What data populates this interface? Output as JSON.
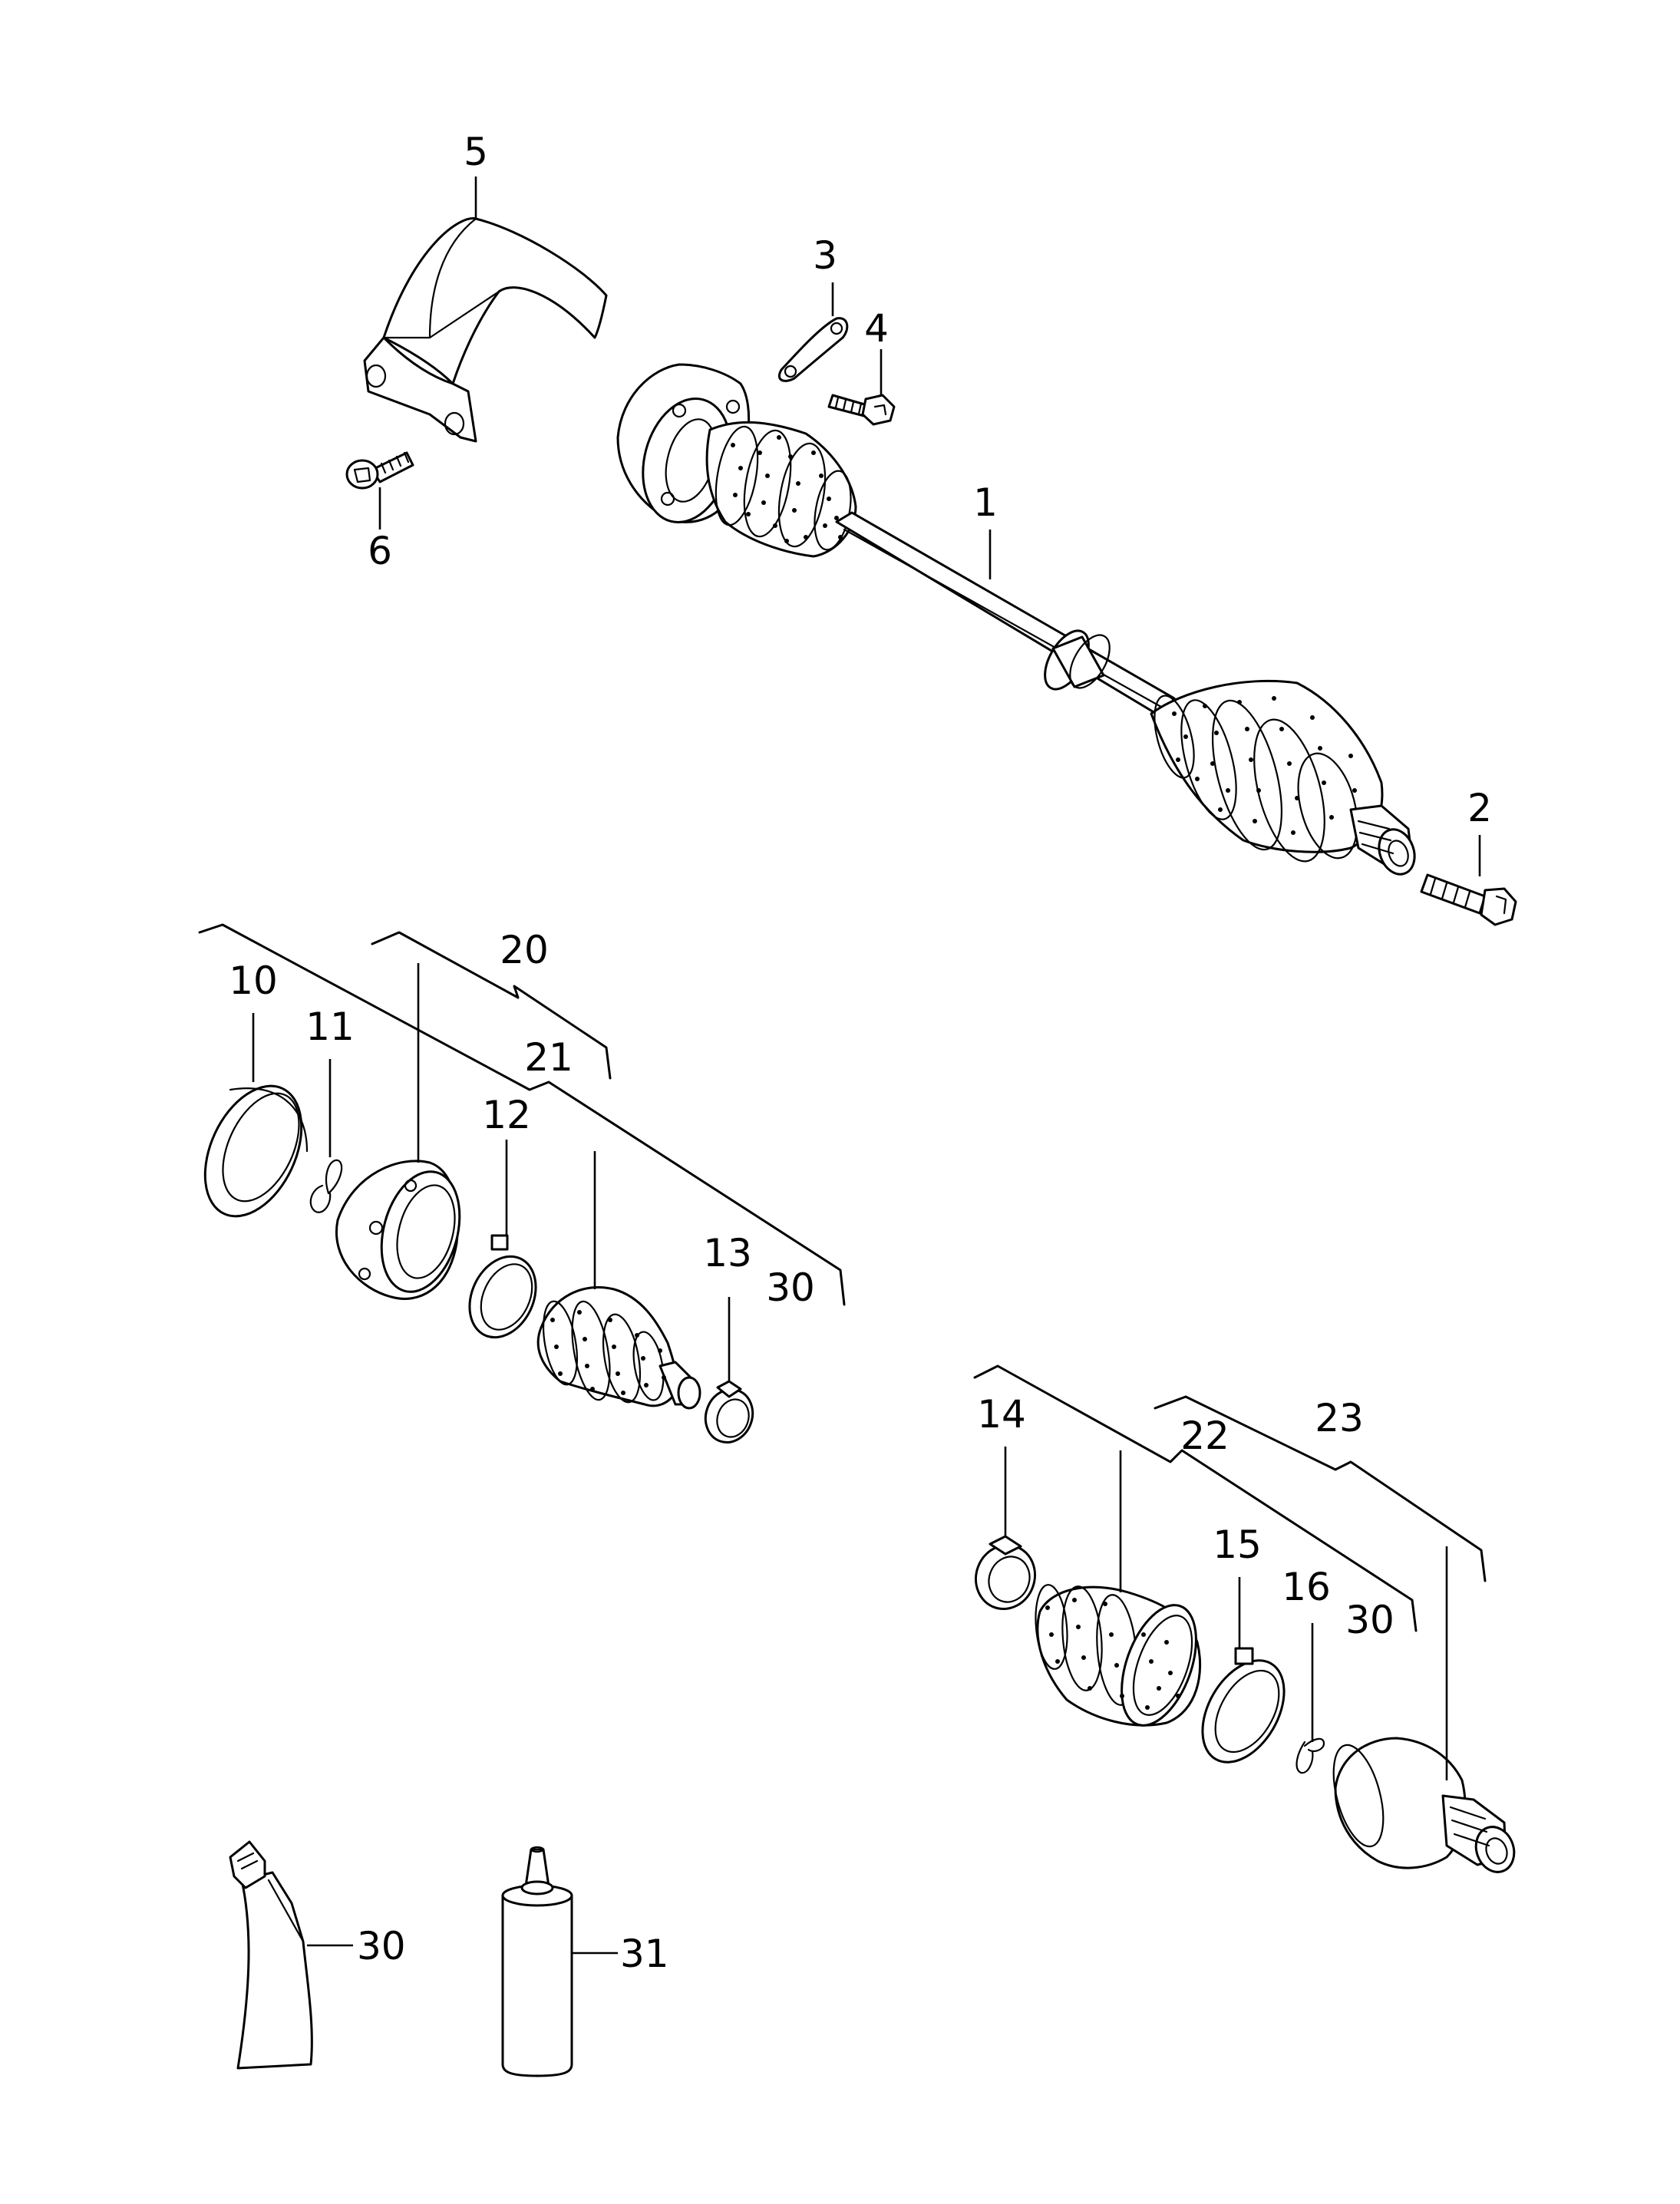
{
  "callouts": {
    "c1": "1",
    "c2": "2",
    "c3": "3",
    "c4": "4",
    "c5": "5",
    "c6": "6",
    "c10": "10",
    "c11": "11",
    "c12": "12",
    "c13": "13",
    "c14": "14",
    "c15": "15",
    "c16": "16",
    "c20": "20",
    "c21": "21",
    "c22": "22",
    "c23": "23",
    "c30a": "30",
    "c30b": "30",
    "c30c": "30",
    "c31": "31"
  }
}
